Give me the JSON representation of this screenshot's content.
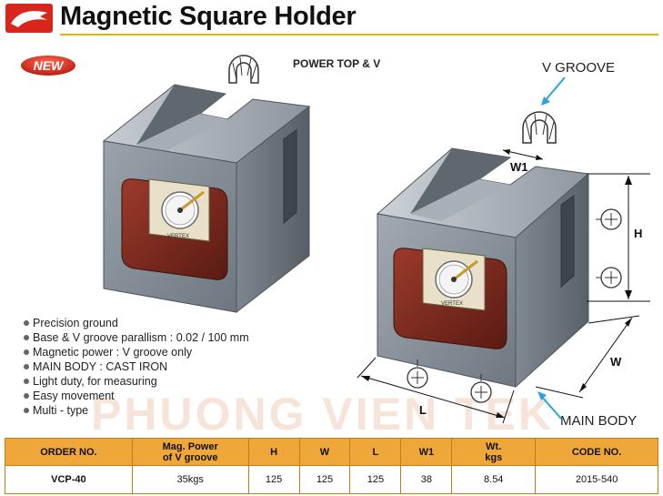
{
  "header": {
    "title": "Magnetic Square Holder"
  },
  "badge": {
    "label": "NEW"
  },
  "captions": {
    "power_top": "POWER TOP & V",
    "v_groove": "V GROOVE",
    "main_body": "MAIN BODY"
  },
  "dimensions": {
    "w1": "W1",
    "h": "H",
    "w": "W",
    "l": "L"
  },
  "dial": {
    "brand": "VERTEX"
  },
  "features": [
    "Precision ground",
    "Base & V groove parallism : 0.02 / 100 mm",
    "Magnetic power : V groove only",
    "MAIN BODY : CAST IRON",
    "Light duty, for measuring",
    "Easy movement",
    "Multi - type"
  ],
  "watermark": "PHUONG VIEN TEK",
  "table": {
    "headers": [
      [
        "ORDER NO."
      ],
      [
        "Mag. Power",
        "of V groove"
      ],
      [
        "H"
      ],
      [
        "W"
      ],
      [
        "L"
      ],
      [
        "W1"
      ],
      [
        "Wt.",
        "kgs"
      ],
      [
        "CODE NO."
      ]
    ],
    "rows": [
      [
        "VCP-40",
        "35kgs",
        "125",
        "125",
        "125",
        "38",
        "8.54",
        "2015-540"
      ]
    ]
  },
  "colors": {
    "accent": "#e8b400",
    "table_header": "#f0a73a",
    "badge": "#d9261c",
    "logo": "#d9261c"
  }
}
